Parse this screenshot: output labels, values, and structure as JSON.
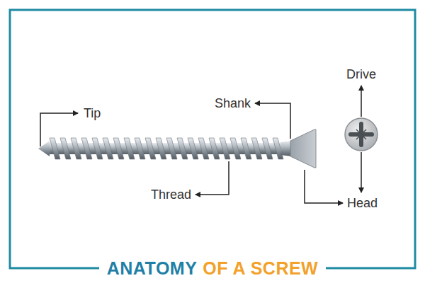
{
  "diagram": {
    "title": "ANATOMY",
    "labels": [
      "Tip",
      "Shank",
      "Thread",
      "Drive",
      "Head",
      "OF A SCREW"
    ]
  }
}
